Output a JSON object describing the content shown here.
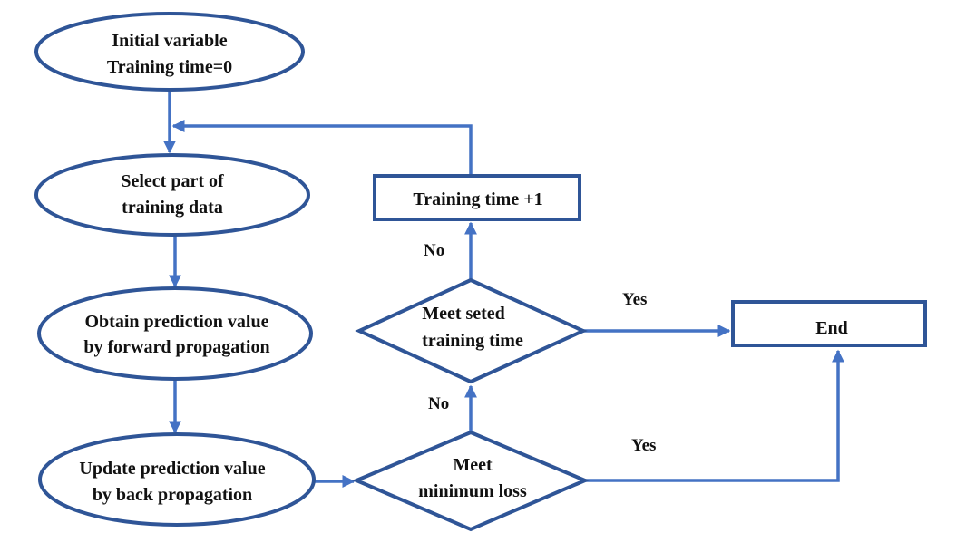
{
  "diagram": {
    "type": "flowchart",
    "colors": {
      "node_outline": "#2f5597",
      "arrow": "#4472c4",
      "text": "#111111",
      "background": "#ffffff"
    },
    "nodes": [
      {
        "id": "init",
        "shape": "ellipse",
        "lines": [
          "Initial variable",
          "Training time=0"
        ]
      },
      {
        "id": "select",
        "shape": "ellipse",
        "lines": [
          "Select part of",
          "training data"
        ]
      },
      {
        "id": "forward",
        "shape": "ellipse",
        "lines": [
          "Obtain prediction value",
          "by forward propagation"
        ]
      },
      {
        "id": "backward",
        "shape": "ellipse",
        "lines": [
          "Update prediction value",
          "by back propagation"
        ]
      },
      {
        "id": "minloss",
        "shape": "diamond",
        "lines": [
          "Meet",
          "minimum loss"
        ]
      },
      {
        "id": "settime",
        "shape": "diamond",
        "lines": [
          "Meet seted",
          "training time"
        ]
      },
      {
        "id": "increment",
        "shape": "rect",
        "lines": [
          "Training time +1"
        ]
      },
      {
        "id": "end",
        "shape": "rect",
        "lines": [
          "End"
        ]
      }
    ],
    "edges": [
      {
        "from": "init",
        "to": "select",
        "label": ""
      },
      {
        "from": "select",
        "to": "forward",
        "label": ""
      },
      {
        "from": "forward",
        "to": "backward",
        "label": ""
      },
      {
        "from": "backward",
        "to": "minloss",
        "label": ""
      },
      {
        "from": "minloss",
        "to": "settime",
        "label": "No"
      },
      {
        "from": "minloss",
        "to": "end",
        "label": "Yes"
      },
      {
        "from": "settime",
        "to": "increment",
        "label": "No"
      },
      {
        "from": "settime",
        "to": "end",
        "label": "Yes"
      },
      {
        "from": "increment",
        "to": "select",
        "label": ""
      }
    ]
  }
}
